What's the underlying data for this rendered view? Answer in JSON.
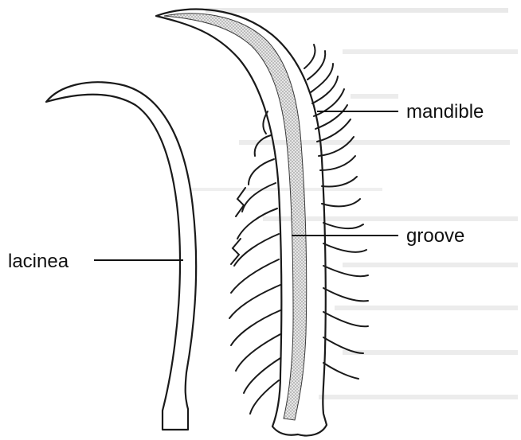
{
  "labels": {
    "mandible": "mandible",
    "groove": "groove",
    "lacinea": "lacinea"
  },
  "colors": {
    "background": "#ffffff",
    "ink": "#1a1a1a",
    "groove_fill": "#cfcfcf",
    "bleed_text": "#d4d4d4"
  }
}
